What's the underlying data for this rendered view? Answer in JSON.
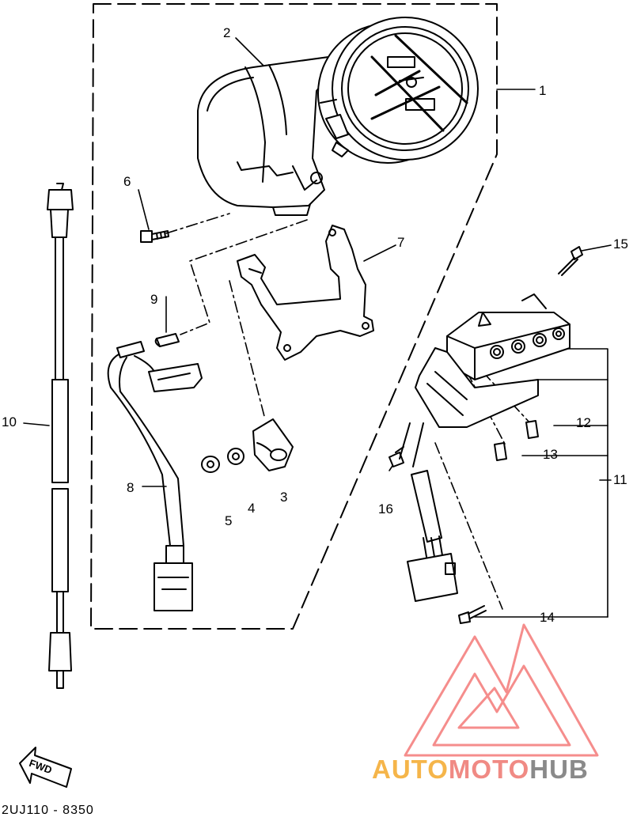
{
  "diagram": {
    "callouts": [
      {
        "id": "1",
        "text": "1"
      },
      {
        "id": "2",
        "text": "2"
      },
      {
        "id": "3",
        "text": "3"
      },
      {
        "id": "4",
        "text": "4"
      },
      {
        "id": "5",
        "text": "5"
      },
      {
        "id": "6",
        "text": "6"
      },
      {
        "id": "7",
        "text": "7"
      },
      {
        "id": "8",
        "text": "8"
      },
      {
        "id": "9",
        "text": "9"
      },
      {
        "id": "10",
        "text": "10"
      },
      {
        "id": "11",
        "text": "11"
      },
      {
        "id": "12",
        "text": "12"
      },
      {
        "id": "13",
        "text": "13"
      },
      {
        "id": "14",
        "text": "14"
      },
      {
        "id": "15",
        "text": "15"
      },
      {
        "id": "16",
        "text": "16"
      }
    ],
    "direction_label": "FWD",
    "diagram_code": "2UJ110 - 8350"
  },
  "watermark": {
    "part1": "AUTO",
    "part2": "MOTO",
    "part3": "HUB",
    "colors": {
      "auto": "#f5b54a",
      "moto": "#f08a84",
      "hub": "#8a8a8a",
      "logo": "#f47a78"
    }
  }
}
